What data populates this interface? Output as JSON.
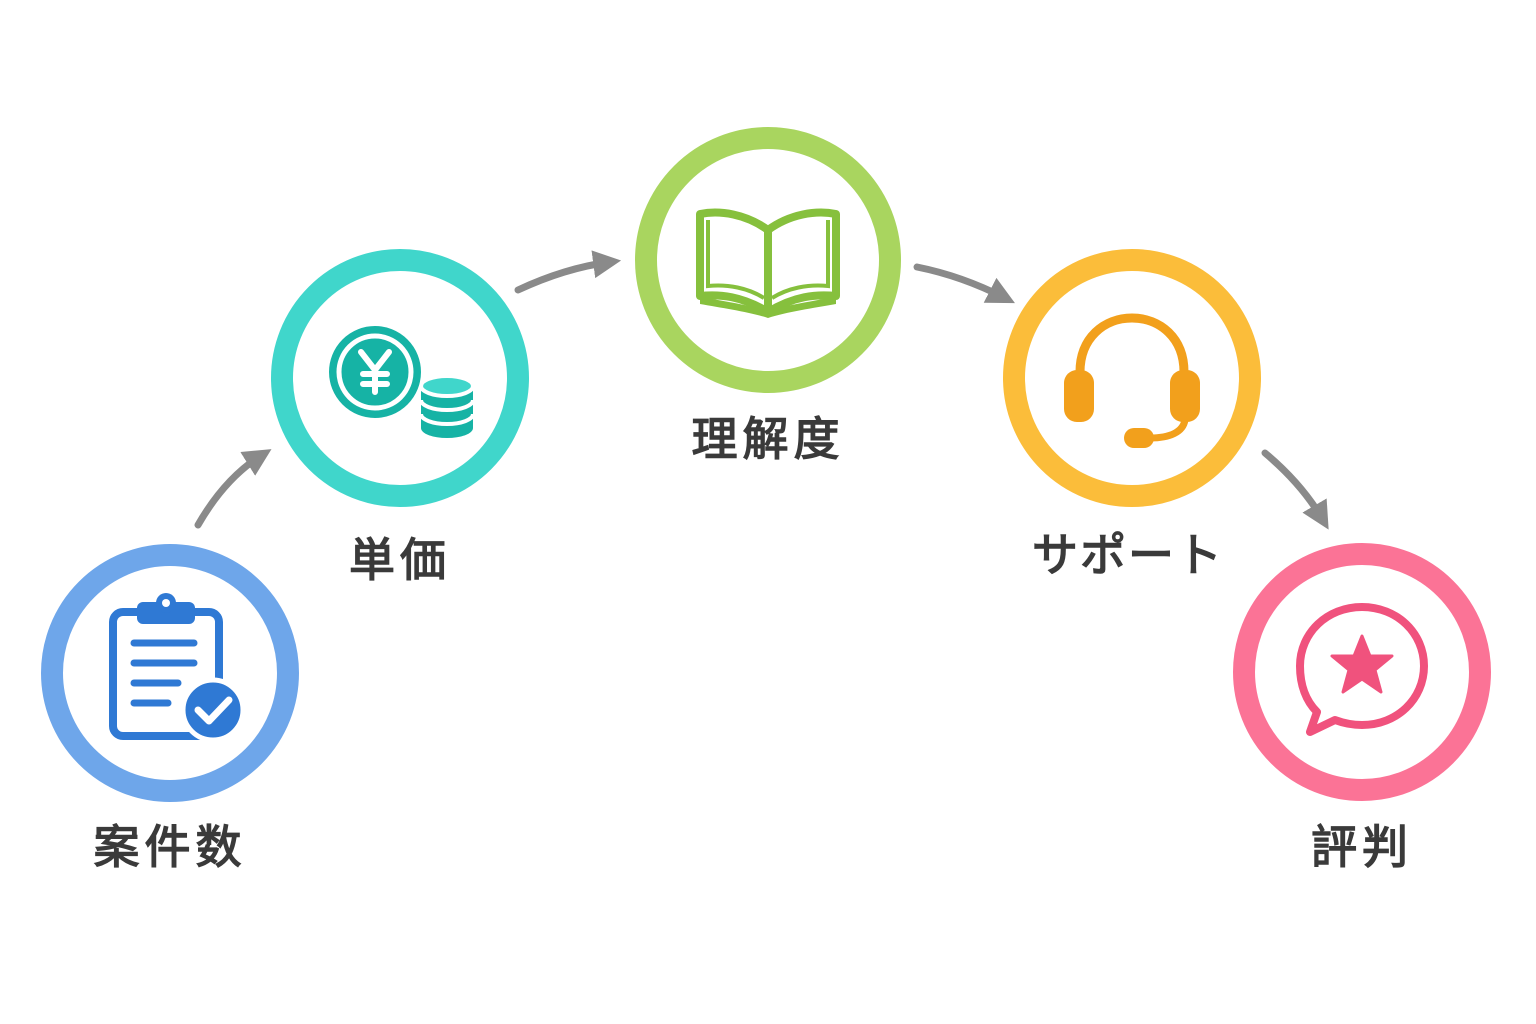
{
  "steps": [
    {
      "label": "案件数",
      "icon": "clipboard-check-icon",
      "color": "#6ea6ea",
      "icon_color": "#2f79d4"
    },
    {
      "label": "単価",
      "icon": "yen-coins-icon",
      "color": "#40d6cb",
      "icon_color": "#16b3a5"
    },
    {
      "label": "理解度",
      "icon": "open-book-icon",
      "color": "#a9d55f",
      "icon_color": "#86c03d"
    },
    {
      "label": "サポート",
      "icon": "headset-icon",
      "color": "#fbbd3a",
      "icon_color": "#f2a01c"
    },
    {
      "label": "評判",
      "icon": "star-speech-bubble-icon",
      "color": "#fb7396",
      "icon_color": "#f0527d"
    }
  ],
  "arrow_color": "#8a8a8a",
  "text_color": "#3a3a3a"
}
